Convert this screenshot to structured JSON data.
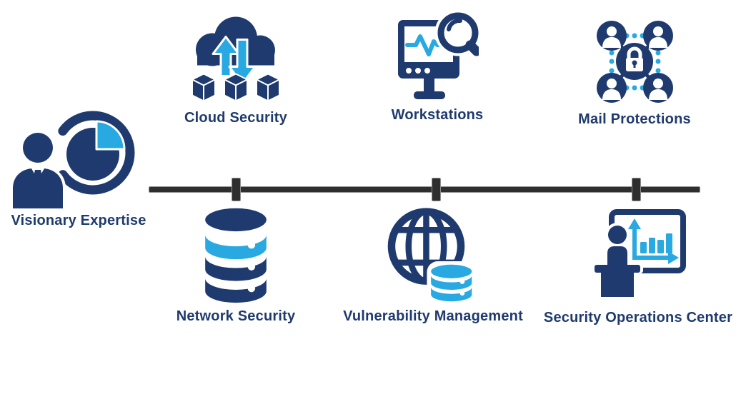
{
  "colors": {
    "navy": "#1F3A6E",
    "light_blue": "#29A9E1",
    "label_text": "#1F3A6E",
    "timeline": "#2E2E2E",
    "timeline_edge": "#8F8F8F",
    "background": "#FFFFFF"
  },
  "left_item": {
    "label": "Visionary Expertise",
    "icon": "person-pie-chart-icon"
  },
  "top_items": [
    {
      "label": "Cloud Security",
      "icon": "cloud-sync-cubes-icon"
    },
    {
      "label": "Workstations",
      "icon": "monitor-pulse-magnifier-icon"
    },
    {
      "label": "Mail Protections",
      "icon": "users-network-lock-icon"
    }
  ],
  "bottom_items": [
    {
      "label": "Network Security",
      "icon": "database-stack-icon"
    },
    {
      "label": "Vulnerability Management",
      "icon": "globe-database-icon"
    },
    {
      "label": "Security Operations Center",
      "icon": "presenter-bar-chart-icon"
    }
  ],
  "timeline": {
    "ticks": 3
  }
}
